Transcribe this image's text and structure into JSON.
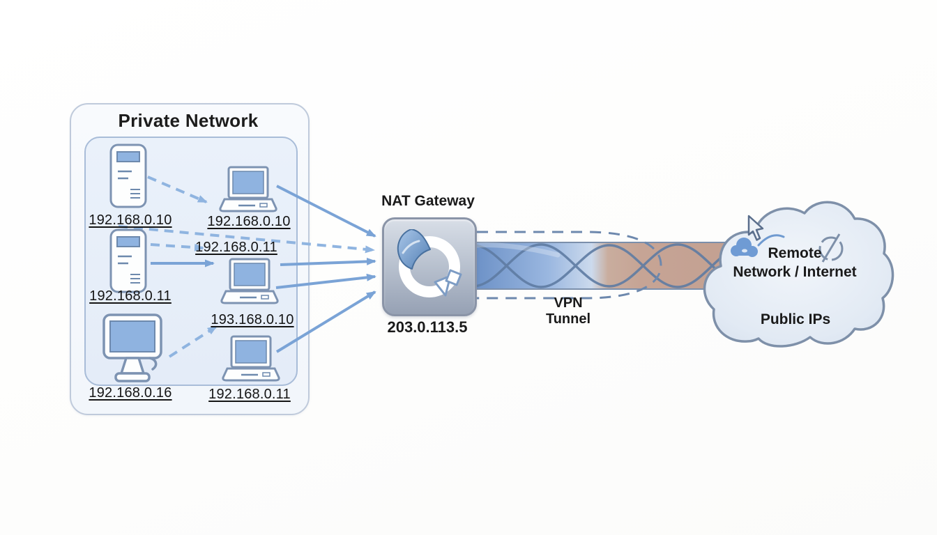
{
  "private_network": {
    "title": "Private Network",
    "device_labels": [
      {
        "name": "server-1",
        "ip": "192.168.0.10"
      },
      {
        "name": "laptop-1",
        "ip": "192.168.0.10"
      },
      {
        "name": "nat-mapping-annotation-1",
        "ip": "192.168.0.11"
      },
      {
        "name": "server-2",
        "ip": "192.168.0.11"
      },
      {
        "name": "nat-mapping-annotation-2",
        "ip": "193.168.0.10"
      },
      {
        "name": "desktop-1",
        "ip": "192.168.0.16"
      },
      {
        "name": "laptop-3",
        "ip": "192.168.0.11"
      }
    ]
  },
  "nat_gateway": {
    "label": "NAT Gateway",
    "public_ip": "203.0.113.5"
  },
  "vpn_tunnel": {
    "label_line1": "VPN",
    "label_line2": "Tunnel"
  },
  "remote_cloud": {
    "label_line1": "Remote",
    "label_line2": "Network / Internet",
    "caption": "Public IPs"
  },
  "icons": {
    "nat_gateway": "circular-translation-ring",
    "cloud_cursor": "mouse-cursor",
    "cloud_mini": "small-cloud",
    "cloud_slash": "slash-circle"
  },
  "colors": {
    "arrow_solid": "#7aa3d6",
    "arrow_dashed": "#8fb4e0",
    "tunnel_blue": "#6b90c6",
    "tunnel_tan": "#c3a091",
    "inner_box_fill": "#e9f0f9",
    "outer_box_border": "#bfcadb",
    "nat_box_top": "#d8dee7",
    "nat_box_bottom": "#96a1b4",
    "cloud_fill": "#dde6f1",
    "stroke_blue_gray": "#7e90a9"
  }
}
